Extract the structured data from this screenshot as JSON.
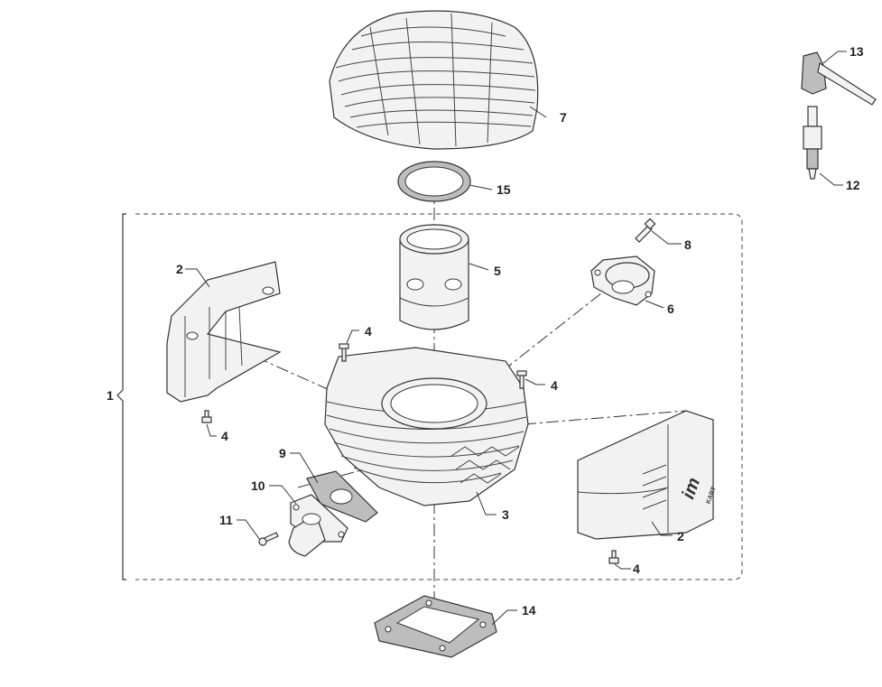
{
  "diagram": {
    "callouts": {
      "c1": "1",
      "c2_left": "2",
      "c2_right": "2",
      "c3": "3",
      "c4_top": "4",
      "c4_left": "4",
      "c4_right_upper": "4",
      "c4_bottom_right": "4",
      "c5": "5",
      "c6": "6",
      "c7": "7",
      "c8": "8",
      "c9": "9",
      "c10": "10",
      "c11": "11",
      "c12": "12",
      "c13": "13",
      "c14": "14",
      "c15": "15"
    },
    "shroud_logo": "im",
    "shroud_logo_sub": "KART"
  }
}
